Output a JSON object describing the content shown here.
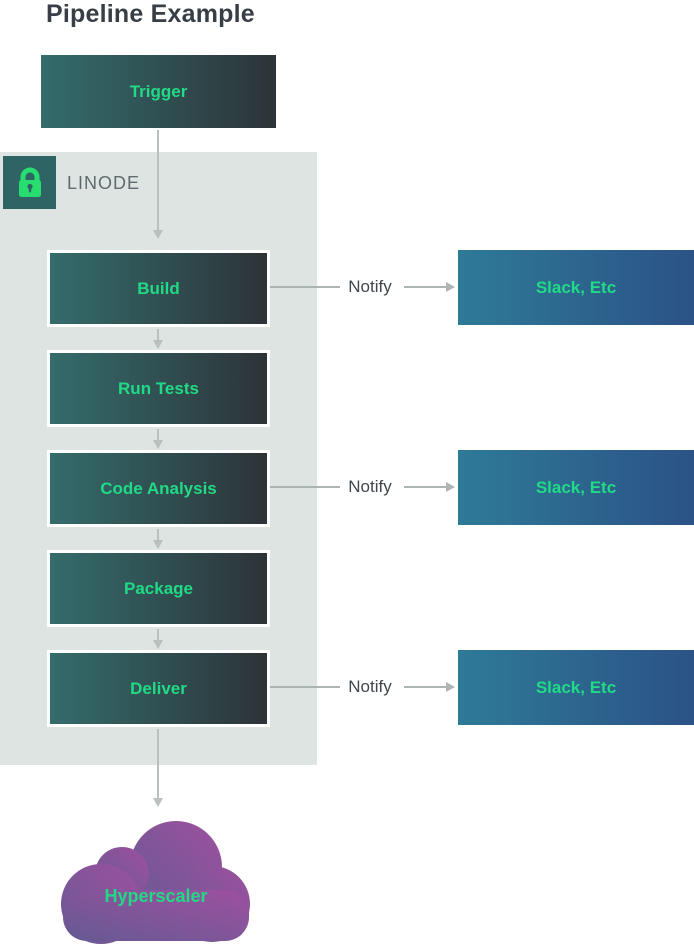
{
  "title": "Pipeline Example",
  "trigger": {
    "label": "Trigger"
  },
  "linode_container": {
    "label": "LINODE",
    "lock_icon": "lock-icon"
  },
  "pipeline_steps": [
    {
      "label": "Build",
      "notify": true
    },
    {
      "label": "Run Tests",
      "notify": false
    },
    {
      "label": "Code Analysis",
      "notify": true
    },
    {
      "label": "Package",
      "notify": false
    },
    {
      "label": "Deliver",
      "notify": true
    }
  ],
  "notify_label": "Notify",
  "slack_label": "Slack, Etc",
  "cloud": {
    "label": "Hyperscaler"
  },
  "colors": {
    "accent_green": "#20da85",
    "node_gradient_start": "#346c6c",
    "node_gradient_end": "#2d3338",
    "slack_gradient_start": "#2e7a97",
    "slack_gradient_end": "#2c5286",
    "container_bg": "#dde4e2",
    "lock_badge_bg": "#2e6463",
    "lock_glyph": "#27dd70",
    "cloud_gradient_start": "#9e509f",
    "cloud_gradient_end": "#655a93",
    "arrow_gray": "#b9c0bf",
    "title_text": "#383e45",
    "linode_text": "#5f6b6e",
    "notify_text": "#40464c"
  }
}
